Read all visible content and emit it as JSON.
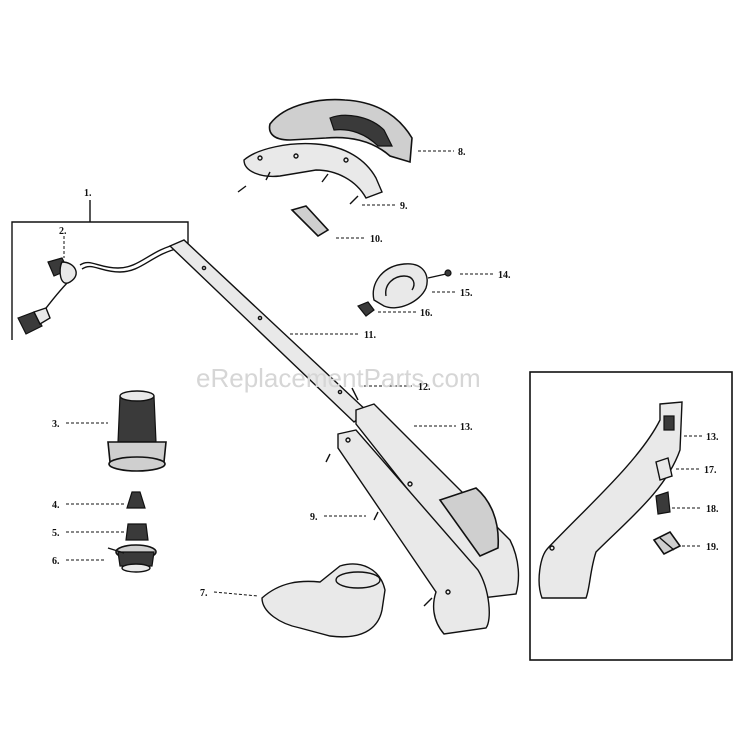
{
  "watermark": "eReplacementParts.com",
  "callouts": [
    {
      "id": "c1",
      "text": "1."
    },
    {
      "id": "c2",
      "text": "2."
    },
    {
      "id": "c3",
      "text": "3."
    },
    {
      "id": "c4",
      "text": "4."
    },
    {
      "id": "c5",
      "text": "5."
    },
    {
      "id": "c6",
      "text": "6."
    },
    {
      "id": "c7",
      "text": "7."
    },
    {
      "id": "c8",
      "text": "8."
    },
    {
      "id": "c9a",
      "text": "9."
    },
    {
      "id": "c9b",
      "text": "9."
    },
    {
      "id": "c10",
      "text": "10."
    },
    {
      "id": "c11",
      "text": "11."
    },
    {
      "id": "c12",
      "text": "12."
    },
    {
      "id": "c13a",
      "text": "13."
    },
    {
      "id": "c13b",
      "text": "13."
    },
    {
      "id": "c14",
      "text": "14."
    },
    {
      "id": "c15",
      "text": "15."
    },
    {
      "id": "c16",
      "text": "16."
    },
    {
      "id": "c17",
      "text": "17."
    },
    {
      "id": "c18",
      "text": "18."
    },
    {
      "id": "c19",
      "text": "19."
    }
  ]
}
